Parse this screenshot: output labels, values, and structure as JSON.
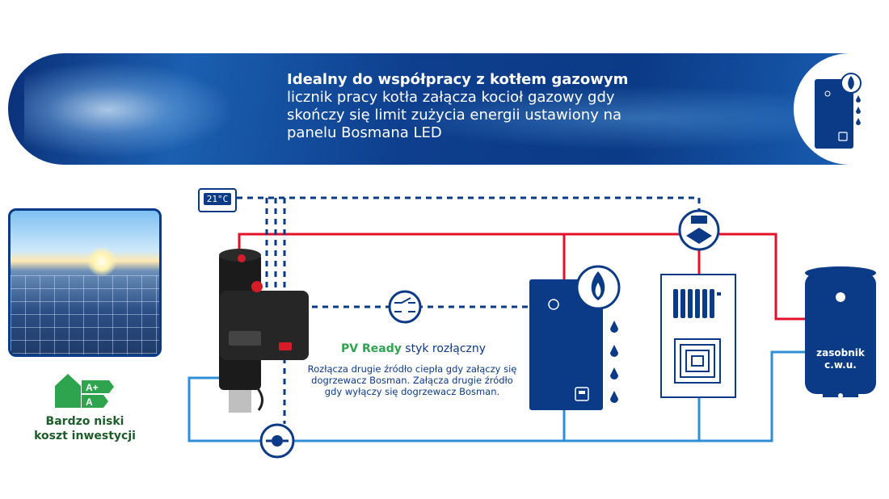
{
  "banner": {
    "title": "Idealny do współpracy z kotłem gazowym",
    "line1": "licznik pracy kotła załącza kocioł gazowy gdy",
    "line2": "skończy się limit zużycia energii  ustawiony na",
    "line3": "panelu Bosmana LED"
  },
  "thermostat": {
    "display": "21°C"
  },
  "energy": {
    "class_top": "A+",
    "class_bottom": "A",
    "caption_line1": "Bardzo niski",
    "caption_line2": "koszt inwestycji"
  },
  "pv": {
    "title_green": "PV Ready",
    "title_rest": " styk rozłączny",
    "desc_line1": "Rozłącza drugie źródło ciepła gdy załączy się",
    "desc_line2": "dogrzewacz Bosman. Załącza drugie źródło",
    "desc_line3": "gdy wyłączy się dogrzewacz Bosman."
  },
  "tank": {
    "label_line1": "zasobnik",
    "label_line2": "c.w.u."
  },
  "colors": {
    "navy": "#0b3a86",
    "red": "#e3122b",
    "blue": "#2f8fd6",
    "green": "#2ea44f"
  }
}
